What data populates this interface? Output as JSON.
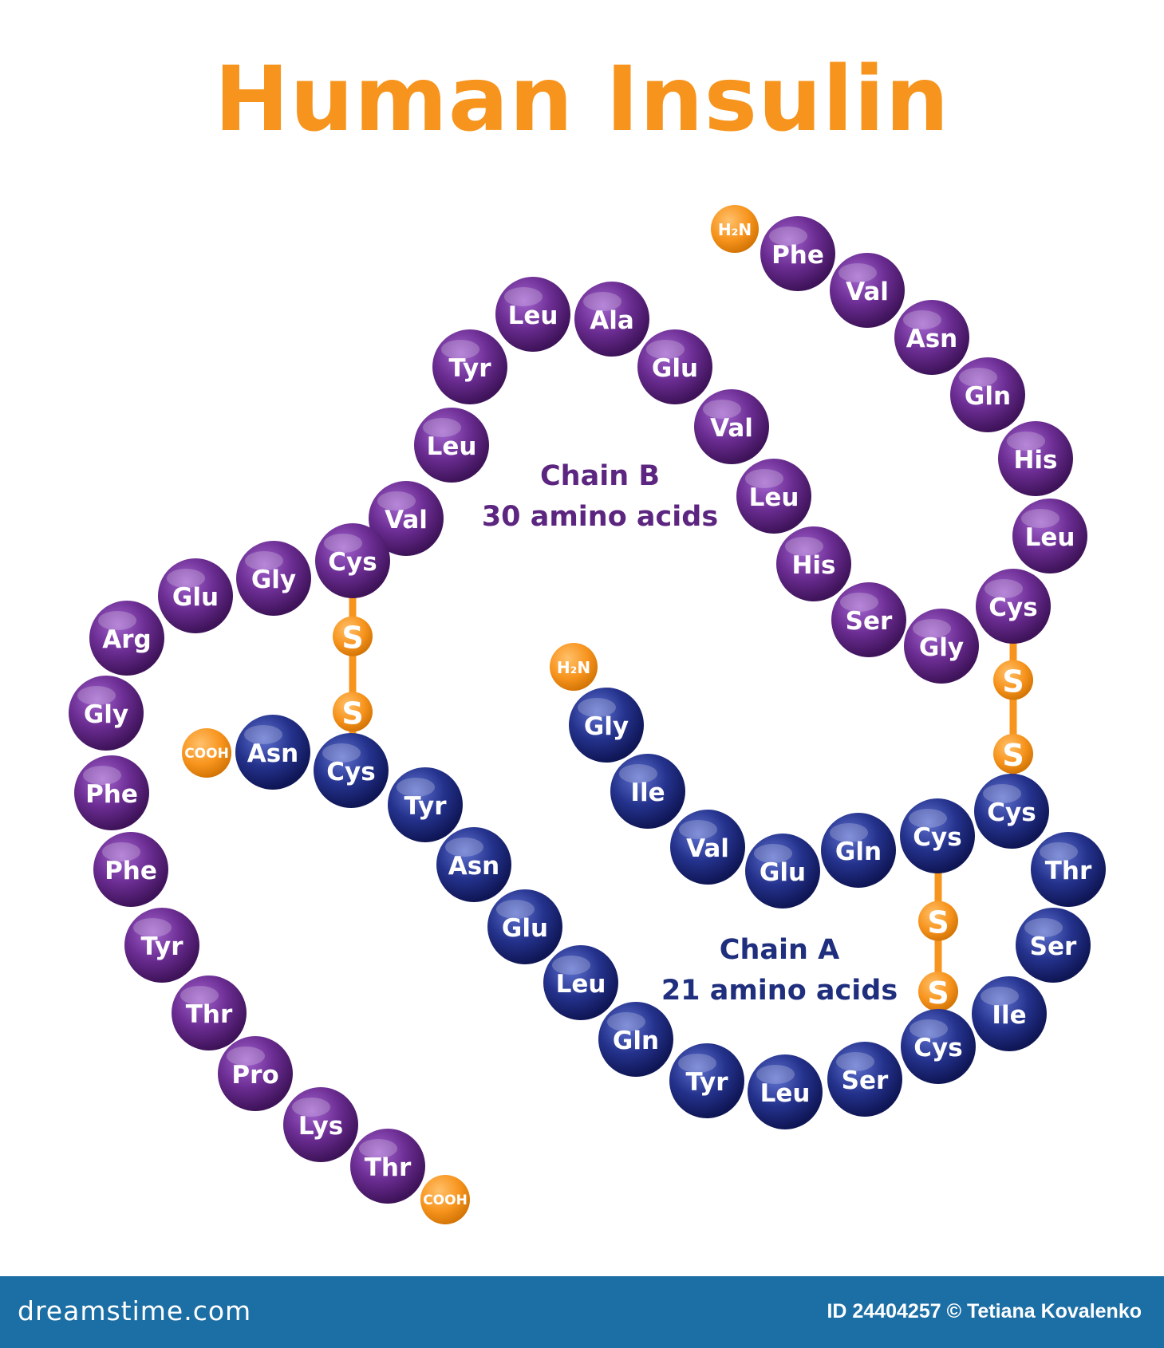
{
  "title": "Human Insulin",
  "colors": {
    "title": "#f7941d",
    "chain_b_bead": "#6a2c91",
    "chain_a_bead": "#24328c",
    "disulfide": "#f7941d",
    "chain_b_text": "#5b2580",
    "chain_a_text": "#1f2f7e",
    "footer": "#1c6fa5"
  },
  "chain_b": {
    "label": "Chain B",
    "count": "30 amino acids",
    "n_terminus": "H₂N",
    "c_terminus": "COOH",
    "residues": [
      "Phe",
      "Val",
      "Asn",
      "Gln",
      "His",
      "Leu",
      "Cys",
      "Gly",
      "Ser",
      "His",
      "Leu",
      "Val",
      "Glu",
      "Ala",
      "Leu",
      "Tyr",
      "Leu",
      "Val",
      "Cys",
      "Gly",
      "Glu",
      "Arg",
      "Gly",
      "Phe",
      "Phe",
      "Tyr",
      "Thr",
      "Pro",
      "Lys",
      "Thr"
    ]
  },
  "chain_a": {
    "label": "Chain A",
    "count": "21 amino acids",
    "n_terminus": "H₂N",
    "c_terminus": "COOH",
    "residues": [
      "Gly",
      "Ile",
      "Val",
      "Glu",
      "Gln",
      "Cys",
      "Cys",
      "Thr",
      "Ser",
      "Ile",
      "Cys",
      "Ser",
      "Leu",
      "Tyr",
      "Gln",
      "Leu",
      "Glu",
      "Asn",
      "Tyr",
      "Cys",
      "Asn"
    ]
  },
  "disulfide_label": "S",
  "footer": {
    "site": "dreamstime.com",
    "credit": "ID 24404257 © Tetiana Kovalenko"
  }
}
